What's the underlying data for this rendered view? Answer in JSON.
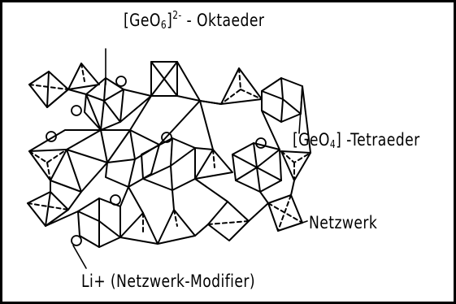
{
  "labels": {
    "octahedron_label": {
      "bracket_open": "[",
      "formula": "GeO",
      "subscript": "6",
      "bracket_close": "]",
      "charge": "2-",
      "suffix": " - Oktaeder"
    },
    "tetrahedron_label": {
      "bracket_open": "[",
      "formula": "GeO",
      "subscript": "4",
      "bracket_close": "]",
      "suffix": " -Tetraeder"
    },
    "network_label": "Netzwerk",
    "modifier_label": "Li+ (Netzwerk-Modifier)"
  }
}
